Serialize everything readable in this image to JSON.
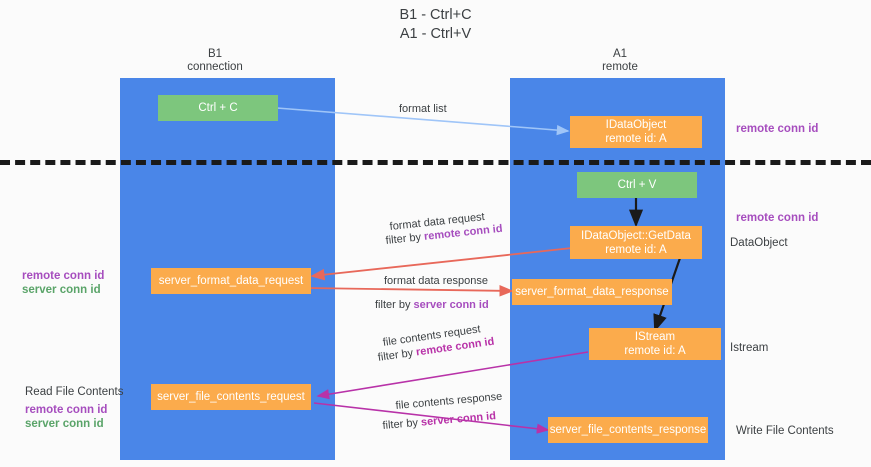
{
  "title": "B1 - Ctrl+C\nA1 - Ctrl+V",
  "columns": {
    "left": {
      "label": "B1\nconnection"
    },
    "right": {
      "label": "A1\nremote"
    }
  },
  "boxes": {
    "ctrl_c": "Ctrl + C",
    "ctrl_v": "Ctrl + V",
    "idataobject": "IDataObject\nremote id: A",
    "getdata": "IDataObject::GetData\nremote id: A",
    "server_format_data_request": "server_format_data_request",
    "server_format_data_response": "server_format_data_response",
    "istream": "IStream\nremote id: A",
    "server_file_contents_request": "server_file_contents_request",
    "server_file_contents_response": "server_file_contents_response"
  },
  "edge_labels": {
    "format_list": "format list",
    "format_data_request": "format data request",
    "format_data_request_filter_prefix": "filter by ",
    "format_data_request_filter_key": "remote conn id",
    "format_data_response": "format data response",
    "format_data_response_filter_prefix": "filter by ",
    "format_data_response_filter_key": "server conn id",
    "file_contents_request": "file contents request",
    "file_contents_request_filter_prefix": "filter by ",
    "file_contents_request_filter_key": "remote conn id",
    "file_contents_response": "file contents response",
    "file_contents_response_filter_prefix": "filter by ",
    "file_contents_response_filter_key": "server conn id"
  },
  "annotations": {
    "right_remote_conn_id_top": "remote conn id",
    "right_remote_conn_id_mid": "remote conn id",
    "right_dataobject": "DataObject",
    "right_istream": "Istream",
    "right_write_file_contents": "Write File Contents",
    "left_remote_conn_id": "remote conn id",
    "left_server_conn_id": "server conn id",
    "left_read_file_contents": "Read File Contents",
    "left_remote_conn_id_2": "remote conn id",
    "left_server_conn_id_2": "server conn id"
  },
  "colors": {
    "lane": "#4a86e8",
    "green_box": "#7dc67d",
    "orange_box": "#fbab4c",
    "purple": "#a64dbe",
    "green_text": "#5aa469",
    "magenta": "#b832a8",
    "red_arrow": "#e8685a",
    "blue_arrow": "#9fc5f8",
    "black": "#1a1a1a"
  }
}
